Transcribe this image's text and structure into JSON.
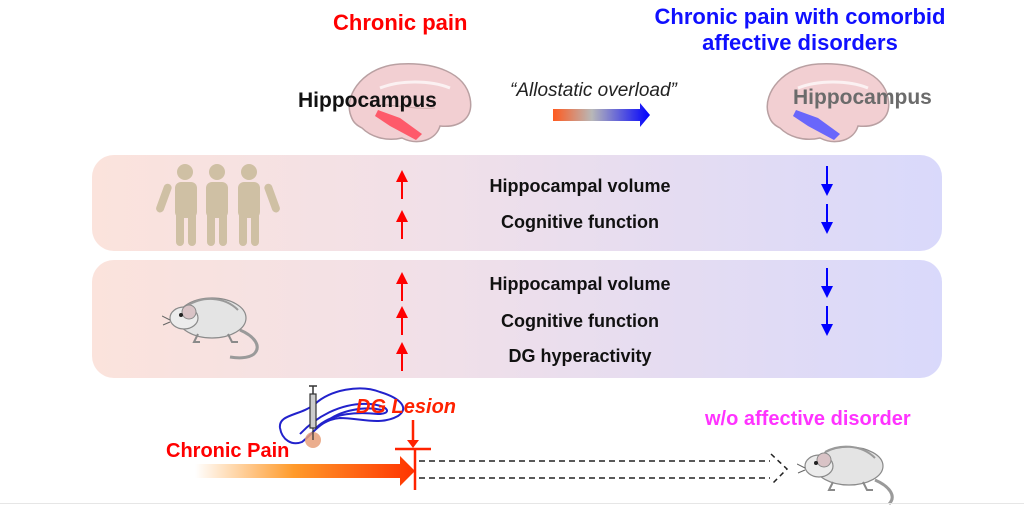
{
  "header": {
    "chronic_pain_title": "Chronic pain",
    "comorbid_title_line1": "Chronic pain with comorbid",
    "comorbid_title_line2": "affective disorders",
    "colors": {
      "chronic": "#ff0000",
      "comorbid": "#1010ff"
    }
  },
  "brains": {
    "left_label": "Hippocampus",
    "right_label": "Hippocampus",
    "left_highlight_color": "#ff4d5e",
    "right_highlight_color": "#5a5aff"
  },
  "transition": {
    "label": "“Allostatic overload”",
    "gradient": [
      "#ff5a1f",
      "#b0b0b0",
      "#0000ff"
    ]
  },
  "human_panel": {
    "icon": "people-group-icon",
    "rows": [
      {
        "label": "Hippocampal volume",
        "chronic": "up",
        "comorbid": "down"
      },
      {
        "label": "Cognitive function",
        "chronic": "up",
        "comorbid": "down"
      }
    ]
  },
  "rodent_panel": {
    "icon": "mouse-icon",
    "rows": [
      {
        "label": "Hippocampal volume",
        "chronic": "up",
        "comorbid": "down"
      },
      {
        "label": "Cognitive function",
        "chronic": "up",
        "comorbid": "down"
      },
      {
        "label": "DG hyperactivity",
        "chronic": "up",
        "comorbid": null
      }
    ]
  },
  "bottom": {
    "chronic_pain_label": "Chronic Pain",
    "lesion_label": "DG Lesion",
    "outcome_label": "w/o affective disorder",
    "outcome_color": "#ff33ff"
  }
}
